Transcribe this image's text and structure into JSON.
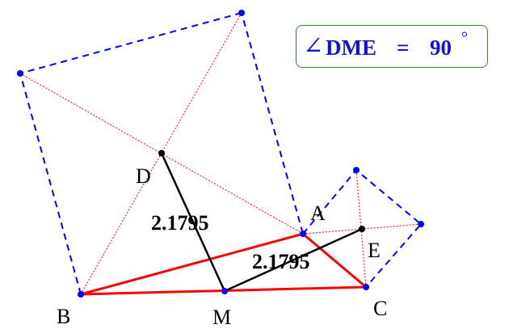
{
  "points": {
    "A": "A",
    "B": "B",
    "C": "C",
    "D": "D",
    "E": "E",
    "M": "M"
  },
  "lengths": {
    "DM": "2.1795",
    "ME": "2.1795"
  },
  "angle_box": {
    "angle_symbol": "∠",
    "name": "DME",
    "equals": "=",
    "value": "90",
    "unit": "°"
  },
  "colors": {
    "triangle": "#ff0000",
    "squares": "#0000ff",
    "diagonals": "#ff0000",
    "segments": "#000000",
    "box_border": "#2a8a2a",
    "box_text": "#1010e0"
  }
}
